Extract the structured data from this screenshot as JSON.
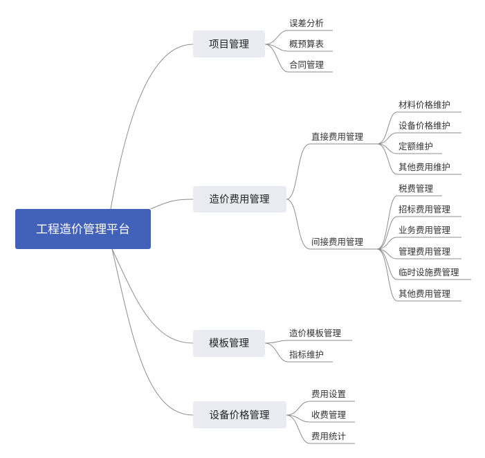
{
  "root": {
    "label": "工程造价管理平台"
  },
  "branches": [
    {
      "label": "项目管理",
      "children": [
        {
          "label": "误差分析"
        },
        {
          "label": "概预算表"
        },
        {
          "label": "合同管理"
        }
      ]
    },
    {
      "label": "造价费用管理",
      "children": [
        {
          "label": "直接费用管理",
          "children": [
            {
              "label": "材料价格维护"
            },
            {
              "label": "设备价格维护"
            },
            {
              "label": "定额维护"
            },
            {
              "label": "其他费用维护"
            }
          ]
        },
        {
          "label": "间接费用管理",
          "children": [
            {
              "label": "税费管理"
            },
            {
              "label": "招标费用管理"
            },
            {
              "label": "业务费用管理"
            },
            {
              "label": "管理费用管理"
            },
            {
              "label": "临时设施费管理"
            },
            {
              "label": "其他费用管理"
            }
          ]
        }
      ]
    },
    {
      "label": "模板管理",
      "children": [
        {
          "label": "造价模板管理"
        },
        {
          "label": "指标维护"
        }
      ]
    },
    {
      "label": "设备价格管理",
      "children": [
        {
          "label": "费用设置"
        },
        {
          "label": "收费管理"
        },
        {
          "label": "费用统计"
        }
      ]
    }
  ],
  "colors": {
    "root": "#4262b9",
    "branch": "#ebecf2",
    "line": "#8c8c8c"
  }
}
